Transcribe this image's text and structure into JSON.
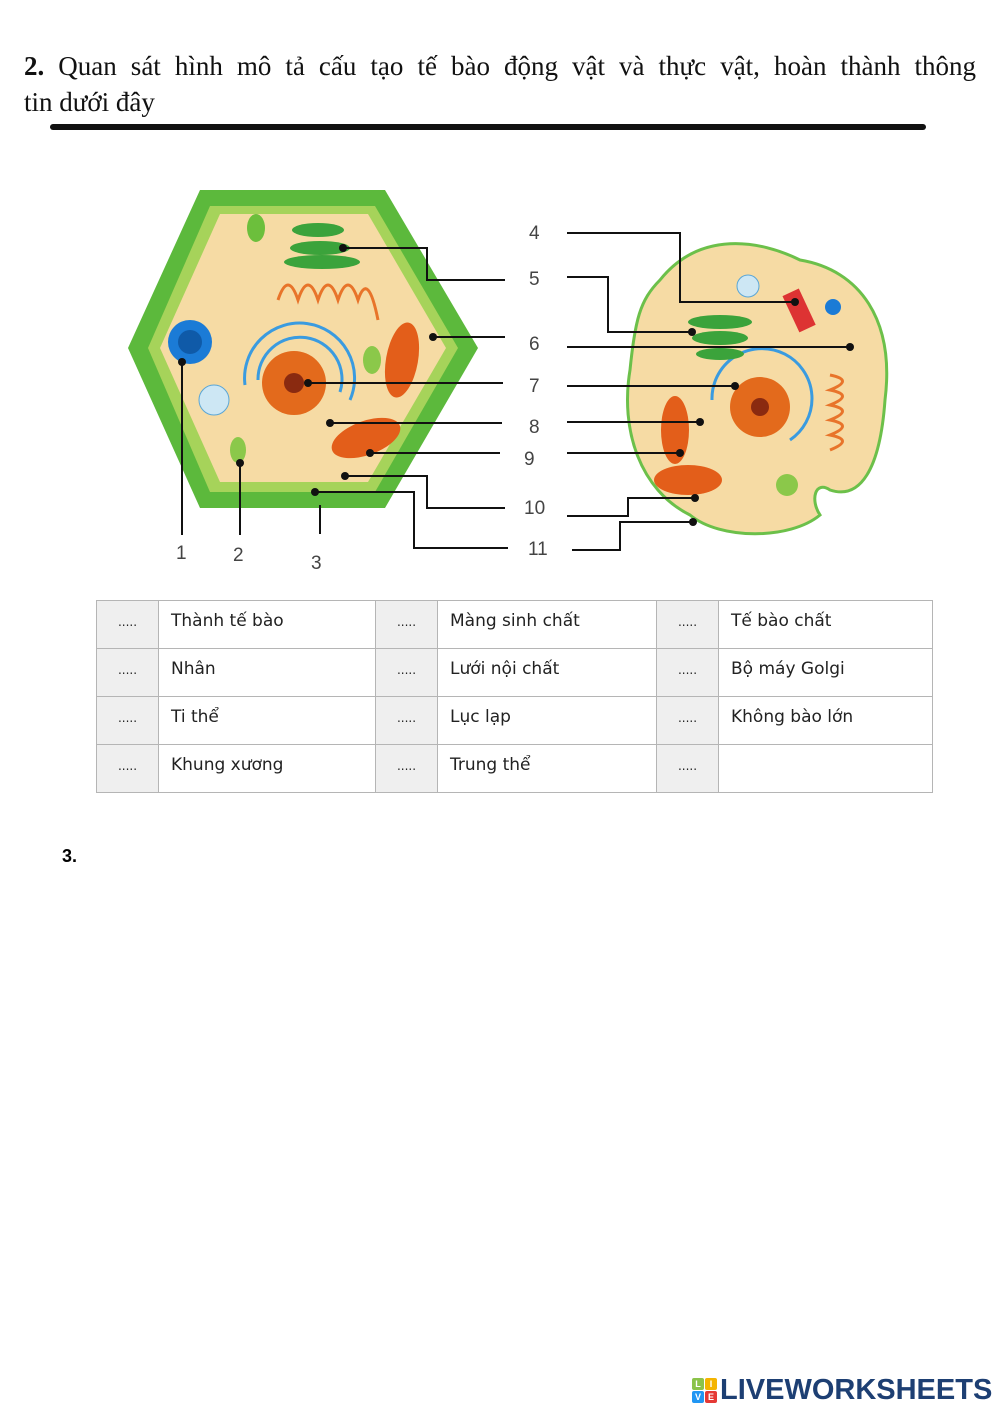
{
  "question2": {
    "number": "2.",
    "text": "Quan sát hình mô tả cấu tạo tế bào động vật và thực vật, hoàn thành thông",
    "text2": "tin dưới đây"
  },
  "diagram": {
    "labels": [
      "1",
      "2",
      "3",
      "4",
      "5",
      "6",
      "7",
      "8",
      "9",
      "10",
      "11"
    ]
  },
  "table": {
    "rows": [
      [
        {
          "blank": ".....",
          "term": "Thành tế bào"
        },
        {
          "blank": ".....",
          "term": "Màng sinh chất"
        },
        {
          "blank": ".....",
          "term": "Tế bào chất"
        }
      ],
      [
        {
          "blank": ".....",
          "term": "Nhân"
        },
        {
          "blank": ".....",
          "term": "Lưới nội chất"
        },
        {
          "blank": ".....",
          "term": "Bộ máy Golgi"
        }
      ],
      [
        {
          "blank": ".....",
          "term": "Ti thể"
        },
        {
          "blank": ".....",
          "term": "Lục lạp"
        },
        {
          "blank": ".....",
          "term": "Không bào lớn"
        }
      ],
      [
        {
          "blank": ".....",
          "term": "Khung xương"
        },
        {
          "blank": ".....",
          "term": "Trung thể"
        },
        {
          "blank": ".....",
          "term": ""
        }
      ]
    ]
  },
  "question3": {
    "number": "3."
  },
  "footer": {
    "logo": "LIVEWORKSHEETS",
    "logo_letters": [
      "L",
      "I",
      "V",
      "E"
    ]
  }
}
